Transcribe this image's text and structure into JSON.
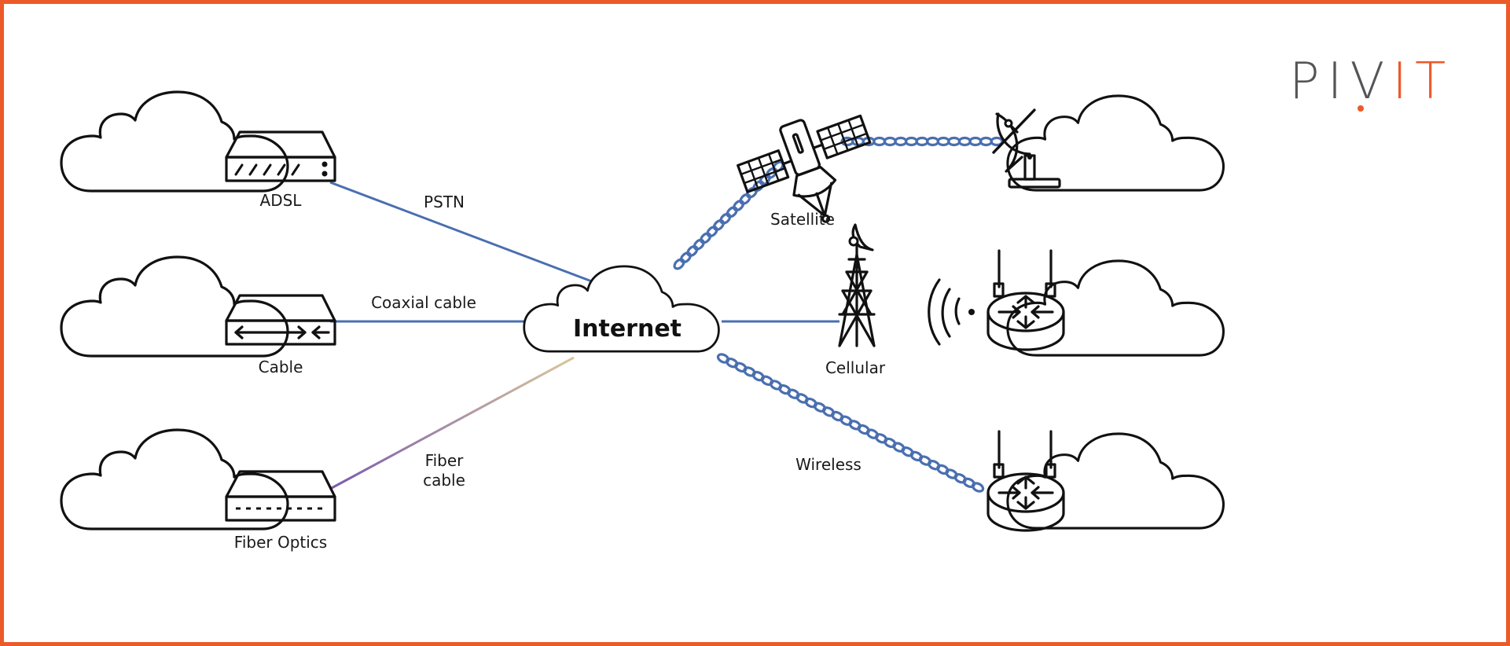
{
  "logo": {
    "left": "PIV",
    "right": "IT",
    "color_gray": "#555558",
    "color_accent": "#ec5a2a"
  },
  "frame_color": "#ec5a2a",
  "link_color": "#4a6fb0",
  "hub": {
    "label": "Internet"
  },
  "access_types": [
    {
      "label": "ADSL",
      "link": "PSTN",
      "medium": "wired"
    },
    {
      "label": "Cable",
      "link": "Coaxial cable",
      "medium": "wired"
    },
    {
      "label": "Fiber Optics",
      "link_line1": "Fiber",
      "link_line2": "cable",
      "medium": "fiber"
    },
    {
      "label": "Satellite",
      "medium": "wireless"
    },
    {
      "label": "Cellular",
      "medium": "wired"
    },
    {
      "label": "Wireless",
      "medium": "wireless"
    }
  ]
}
